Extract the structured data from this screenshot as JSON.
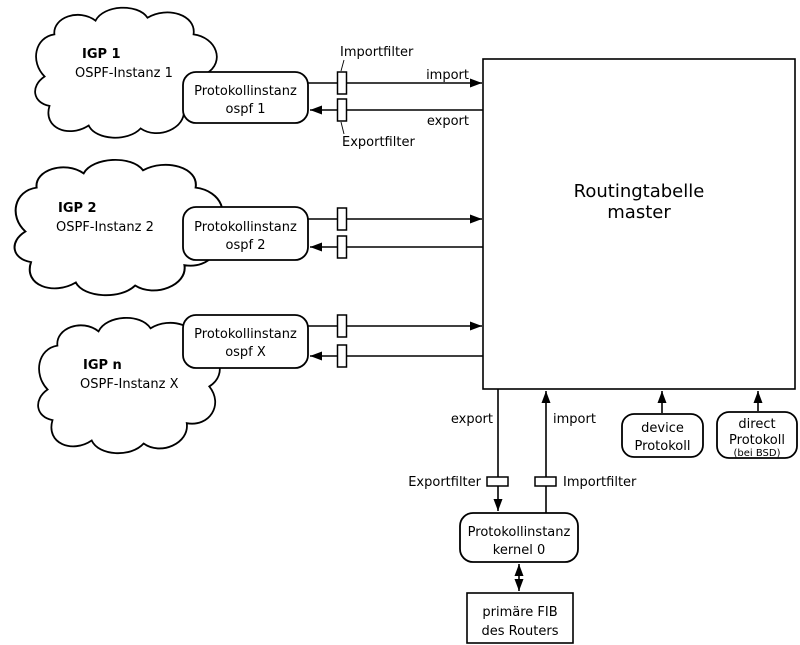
{
  "colors": {
    "ink": "#000000",
    "paper": "#ffffff"
  },
  "clouds": [
    {
      "title": "IGP 1",
      "subtitle": "OSPF-Instanz 1"
    },
    {
      "title": "IGP 2",
      "subtitle": "OSPF-Instanz 2"
    },
    {
      "title": "IGP n",
      "subtitle": "OSPF-Instanz X"
    }
  ],
  "ospf_boxes": [
    {
      "line1": "Protokollinstanz",
      "line2": "ospf 1"
    },
    {
      "line1": "Protokollinstanz",
      "line2": "ospf 2"
    },
    {
      "line1": "Protokollinstanz",
      "line2": "ospf X"
    }
  ],
  "routing_table": {
    "line1": "Routingtabelle",
    "line2": "master"
  },
  "top_filters": {
    "import_filter_label": "Importfilter",
    "export_filter_label": "Exportfilter",
    "import_arrow_label": "import",
    "export_arrow_label": "export"
  },
  "bottom": {
    "export_arrow_label": "export",
    "import_arrow_label": "import",
    "export_filter_label": "Exportfilter",
    "import_filter_label": "Importfilter",
    "kernel_box": {
      "line1": "Protokollinstanz",
      "line2": "kernel 0"
    },
    "fib_box": {
      "line1": "primäre FIB",
      "line2": "des Routers"
    }
  },
  "side_protocols": {
    "device": {
      "line1": "device",
      "line2": "Protokoll"
    },
    "direct": {
      "line1": "direct",
      "line2": "Protokoll",
      "line3": "(bei BSD)"
    }
  }
}
